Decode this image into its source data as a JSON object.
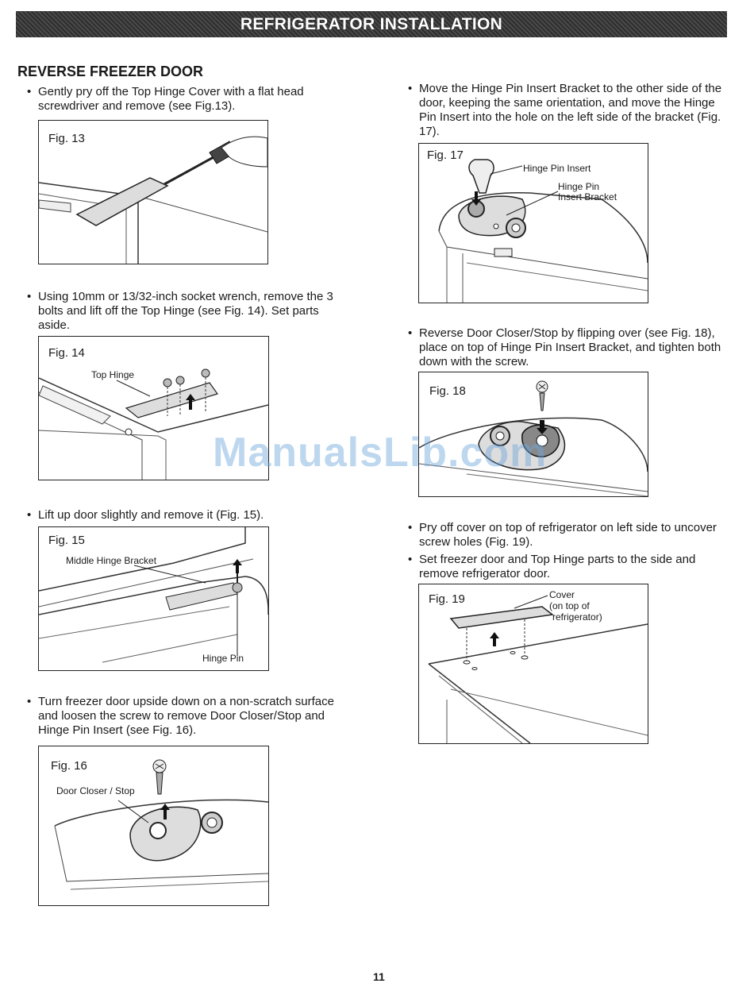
{
  "header": {
    "banner": "REFRIGERATOR INSTALLATION"
  },
  "section": {
    "title": "REVERSE FREEZER DOOR"
  },
  "steps": [
    {
      "bullet": "•",
      "text": "Gently pry off the Top Hinge Cover with a flat head screwdriver and remove (see Fig.13)."
    },
    {
      "bullet": "•",
      "text": "Using 10mm or 13/32-inch socket wrench, remove the 3 bolts and lift off the Top Hinge (see Fig. 14). Set parts aside."
    },
    {
      "bullet": "•",
      "text": "Lift up door slightly and remove it (Fig. 15)."
    },
    {
      "bullet": "•",
      "text": "Turn freezer door upside down on a non-scratch surface and loosen the screw to remove Door Closer/Stop and Hinge Pin Insert (see Fig. 16)."
    },
    {
      "bullet": "•",
      "text": "Move the Hinge Pin Insert Bracket to the other side of the door, keeping the same orientation, and move the Hinge Pin Insert into the hole on the left side of the bracket (Fig. 17)."
    },
    {
      "bullet": "•",
      "text": "Reverse Door Closer/Stop by flipping over (see Fig. 18), place on top of Hinge Pin Insert Bracket, and tighten both down with the screw."
    },
    {
      "bullet": "•",
      "text": "Pry off cover on top of refrigerator on left side to uncover screw holes (Fig. 19)."
    },
    {
      "bullet": "•",
      "text": "Set freezer door and Top Hinge parts to the side and remove refrigerator door."
    }
  ],
  "figures": {
    "fig13": {
      "label": "Fig. 13"
    },
    "fig14": {
      "label": "Fig. 14",
      "callouts": [
        "Top Hinge"
      ]
    },
    "fig15": {
      "label": "Fig. 15",
      "callouts": [
        "Middle Hinge Bracket",
        "Hinge Pin"
      ]
    },
    "fig16": {
      "label": "Fig. 16",
      "callouts": [
        "Door Closer / Stop"
      ]
    },
    "fig17": {
      "label": "Fig. 17",
      "callouts": [
        "Hinge Pin Insert",
        "Hinge Pin",
        "Insert Bracket"
      ]
    },
    "fig18": {
      "label": "Fig. 18"
    },
    "fig19": {
      "label": "Fig. 19",
      "callouts": [
        "Cover",
        "(on top of",
        "refrigerator)"
      ]
    }
  },
  "watermark": "ManualsLib.com",
  "page_number": "11"
}
